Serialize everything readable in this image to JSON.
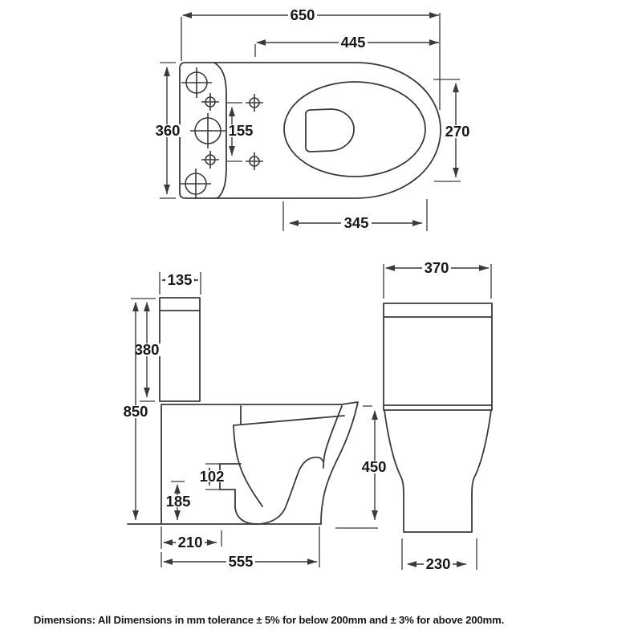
{
  "dimensions": {
    "top_view": {
      "overall_length": "650",
      "seat_length": "445",
      "cistern_width": "360",
      "fixing_hole_centres": "155",
      "bowl_opening_width": "270",
      "seat_opening_length": "345"
    },
    "side_view": {
      "cistern_depth": "135",
      "cistern_height": "380",
      "overall_height": "850",
      "trap_offset": "102",
      "outlet_height": "185",
      "outlet_projection": "210",
      "base_depth": "555"
    },
    "front_view": {
      "cistern_width": "370",
      "seat_height": "450",
      "base_width": "230"
    }
  },
  "footer": {
    "note": "Dimensions: All Dimensions in mm tolerance ± 5% for below 200mm and ± 3% for above 200mm."
  },
  "colors": {
    "line": "#3a3a3a",
    "label": "#17171c",
    "background": "#ffffff"
  }
}
